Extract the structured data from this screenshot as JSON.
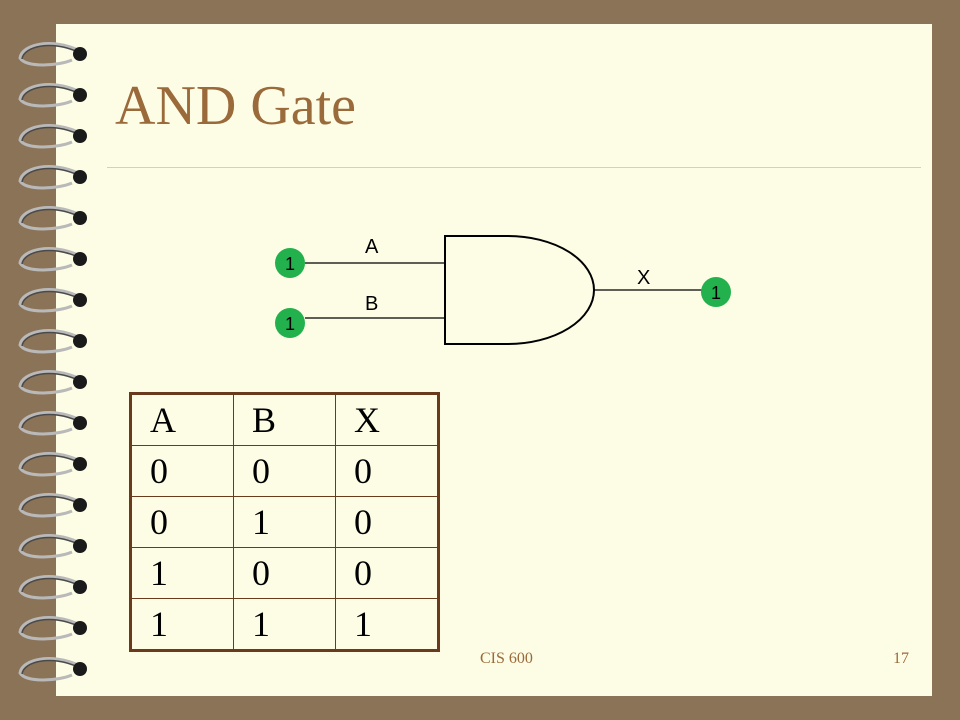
{
  "slide": {
    "title": "AND Gate",
    "footer_text": "CIS 600",
    "page_number": "17"
  },
  "diagram": {
    "gate_type": "AND",
    "input_a": {
      "label": "A",
      "value": "1"
    },
    "input_b": {
      "label": "B",
      "value": "1"
    },
    "output": {
      "label": "X",
      "value": "1"
    },
    "colors": {
      "signal_node": "#22b14c",
      "wire": "#000000"
    }
  },
  "truth_table": {
    "headers": [
      "A",
      "B",
      "X"
    ],
    "rows": [
      [
        "0",
        "0",
        "0"
      ],
      [
        "0",
        "1",
        "0"
      ],
      [
        "1",
        "0",
        "0"
      ],
      [
        "1",
        "1",
        "1"
      ]
    ]
  },
  "colors": {
    "background": "#8b7358",
    "slide": "#fdfde6",
    "title": "#9b6a3a",
    "table_border": "#6a3a1c"
  }
}
